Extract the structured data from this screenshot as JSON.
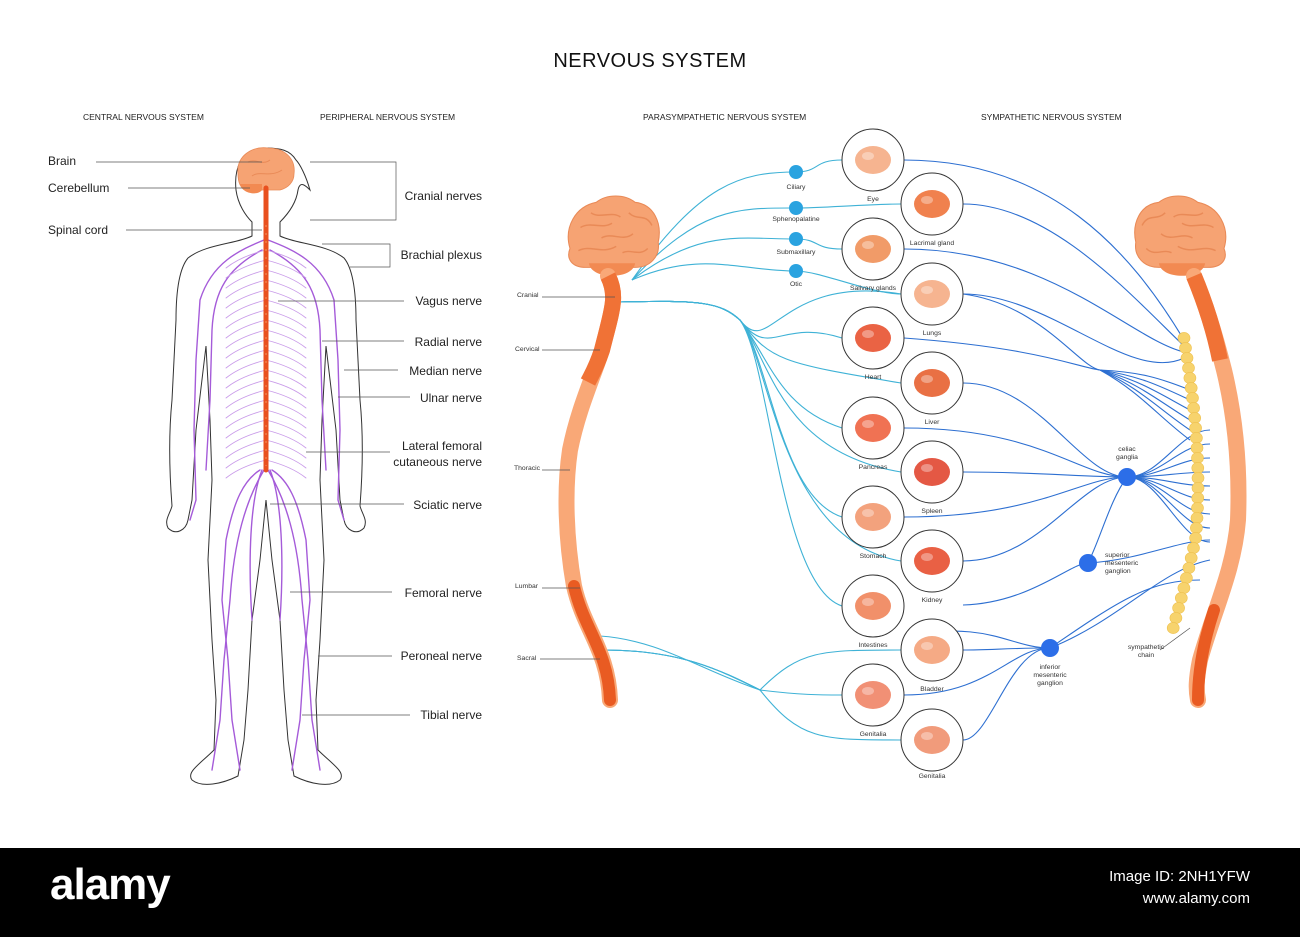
{
  "title": "NERVOUS SYSTEM",
  "sections": {
    "cns": "CENTRAL NERVOUS SYSTEM",
    "pns": "PERIPHERAL NERVOUS SYSTEM",
    "para": "PARASYMPATHETIC NERVOUS SYSTEM",
    "symp": "SYMPATHETIC NERVOUS SYSTEM"
  },
  "cns_labels": [
    "Brain",
    "Cerebellum",
    "Spinal cord"
  ],
  "pns_labels": [
    "Cranial nerves",
    "Brachial plexus",
    "Vagus nerve",
    "Radial nerve",
    "Median nerve",
    "Ulnar nerve",
    "Lateral femoral",
    "cutaneous nerve",
    "Sciatic nerve",
    "Femoral nerve",
    "Peroneal nerve",
    "Tibial nerve"
  ],
  "spine_regions": [
    "Cranial",
    "Cervical",
    "Thoracic",
    "Lumbar",
    "Sacral"
  ],
  "para_ganglia": [
    "Ciliary",
    "Sphenopalatine",
    "Submaxillary",
    "Otic"
  ],
  "organs": [
    "Eye",
    "Lacrimal gland",
    "Salivary glands",
    "Lungs",
    "Heart",
    "Liver",
    "Pancreas",
    "Spleen",
    "Stomach",
    "Kidney",
    "Intestines",
    "Bladder",
    "Genitalia",
    "Genitalia"
  ],
  "symp_ganglia": {
    "celiac": [
      "celiac",
      "ganglia"
    ],
    "superior": [
      "superior",
      "mesenteric",
      "ganglion"
    ],
    "inferior": [
      "inferior",
      "mesenteric",
      "ganglion"
    ],
    "chain": [
      "sympathetic",
      "chain"
    ]
  },
  "colors": {
    "nerve_purple": "#a55bd9",
    "cord": "#e9501f",
    "brain": "#f4a070",
    "para_line": "#3fb2d6",
    "symp_line": "#2d6fd1",
    "ganglion": "#2c6ee8",
    "chain": "#f7d36d"
  },
  "footer": {
    "logo": "alamy",
    "image_id": "Image ID: 2NH1YFW",
    "url": "www.alamy.com"
  }
}
